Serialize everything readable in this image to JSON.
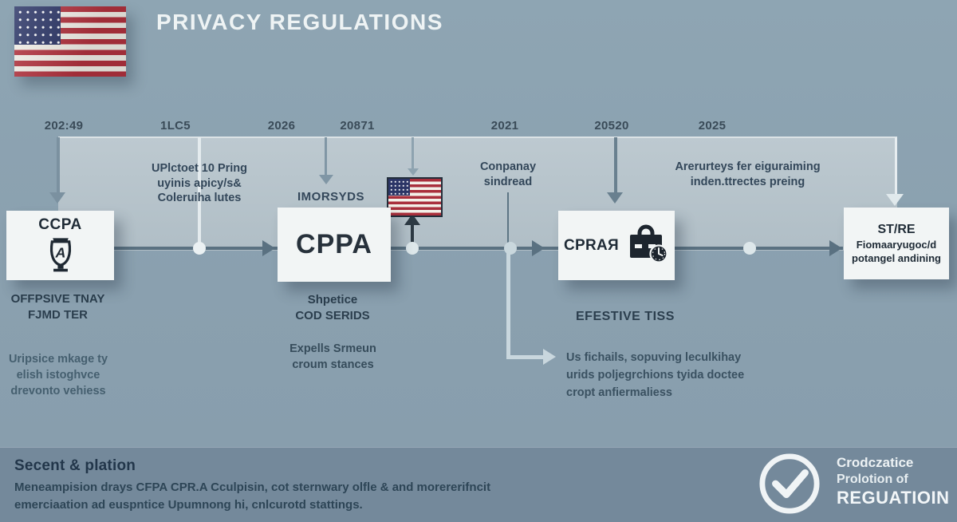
{
  "header": {
    "title": "PRIVACY REGULATIONS"
  },
  "colors": {
    "background": "#8aa0af",
    "band": "#b6c3cb",
    "footer_background": "#74899b",
    "card_background": "#f2f5f5",
    "timeline_line": "#5a7181",
    "dark_text": "#2b3e4d",
    "flag_red": "#b2323e",
    "flag_navy": "#2b3566",
    "white_text": "#eef3f4"
  },
  "icons": {
    "header_flag": "us-flag",
    "node_flag": "us-flag-small",
    "ccpa_badge": "award-shield-a",
    "cpra_badge": "briefcase-clock",
    "footer_badge": "check-circle"
  },
  "timeline": {
    "years": [
      "202:49",
      "1LC5",
      "2026",
      "20871",
      "2021",
      "20520",
      "2025"
    ],
    "annotations": {
      "pring": "UPlctoet 10 Pring\nuyinis apicy/s&\nColeruiha lutes",
      "imorsyds": "IMORSYDS",
      "conpanay": "Conpanay\nsindread",
      "arerurteys": "Arerurteys fer eiguraiming\ninden.ttrectes preing"
    },
    "nodes": {
      "ccpa": {
        "title": "CCPA",
        "caption": "OFFPSIVE TNAY\nFJMD TER",
        "note": "Uripsice mkage ty\nelish istoghvce\ndrevonto vehiess"
      },
      "cppa": {
        "title": "CPPA",
        "caption": "Shpetice\nCOD SERIDS",
        "note": "Expells Srmeun\ncroum stances"
      },
      "cpra": {
        "title": "CPRAЯ",
        "caption": "EFESTIVE TISS",
        "note": "Us fichails, sopuving leculkihay\nurids poljegrchions tyida doctee\ncropt anfiermaliess"
      },
      "stire": {
        "title": "ST/RE",
        "line2": "Fiomaaryugoc/d",
        "line3": "potangel andining"
      }
    }
  },
  "footer": {
    "heading": "Secent & plation",
    "body": "Meneampision drays CFPA CPR.A Cculpisin, cot sternwary olfle & and morererifncit\nemerciaation ad euspntice Upumnong hi, cnlcurotd stattings.",
    "badge": {
      "line1": "Crodczatice",
      "line2": "Prolotion of",
      "line3": "REGUATIOIN"
    }
  }
}
